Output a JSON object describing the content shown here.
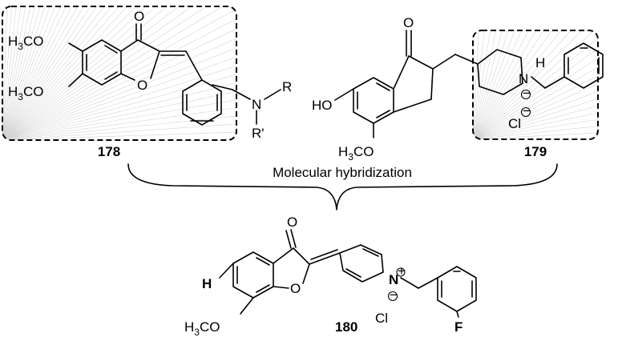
{
  "compounds": {
    "c178": {
      "number": "178",
      "methoxy_top": {
        "main": "H",
        "sub": "3",
        "rest": "CO"
      },
      "methoxy_bottom": {
        "main": "H",
        "sub": "3",
        "rest": "CO"
      },
      "carbonyl_o": "O",
      "ring_o": "O",
      "amine_n": "N",
      "r1": "R",
      "r2": "R'"
    },
    "c179": {
      "number": "179",
      "carbonyl_o": "O",
      "hydroxy": "HO",
      "methoxy": {
        "main": "H",
        "sub": "3",
        "rest": "CO"
      },
      "ammonium_n": "N",
      "ammonium_h": "H",
      "charge_n": "−",
      "counterion": "Cl",
      "charge_cl": "−"
    },
    "c180": {
      "number": "180",
      "carbonyl_o": "O",
      "ring_o": "O",
      "h_sub": "H",
      "methoxy": {
        "main": "H",
        "sub": "3",
        "rest": "CO"
      },
      "pyridinium_n": "N",
      "charge_n": "+",
      "counterion": "Cl",
      "charge_cl": "−",
      "fluoro": "F"
    }
  },
  "caption": "Molecular hybridization"
}
